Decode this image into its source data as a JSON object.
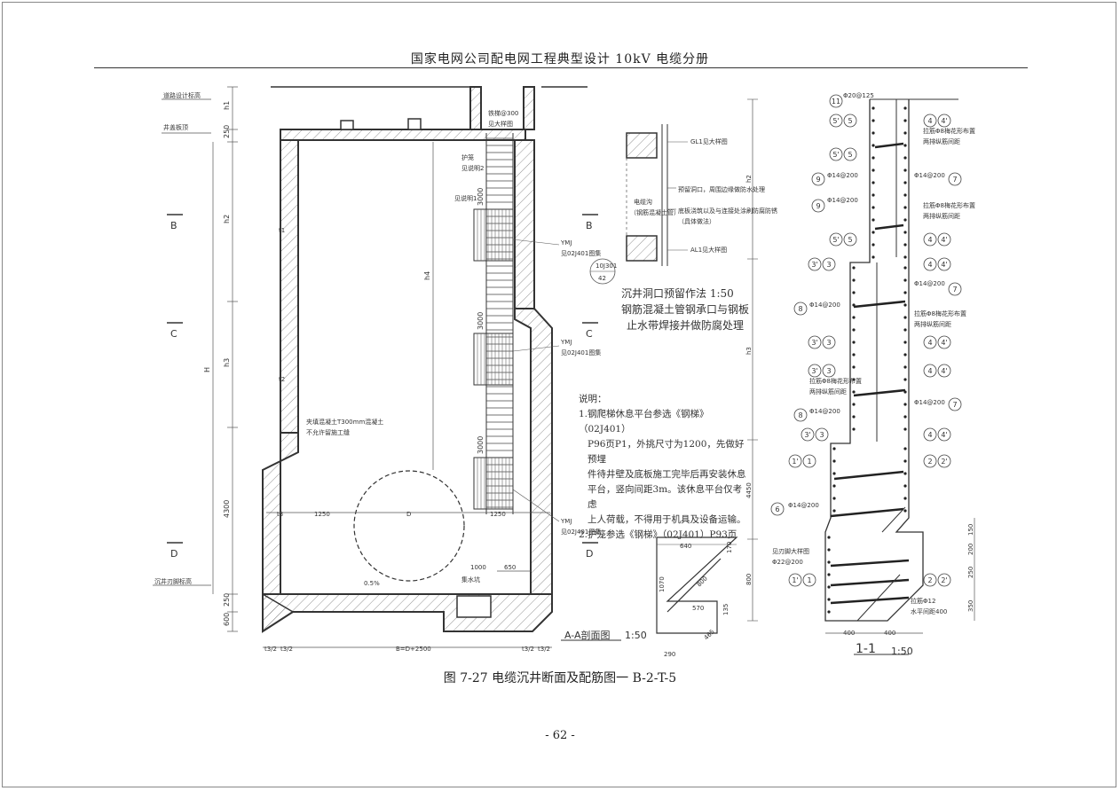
{
  "header": {
    "title": "国家电网公司配电网工程典型设计    10kV 电缆分册"
  },
  "caption": "图 7-27  电缆沉井断面及配筋图一 B-2-T-5",
  "page_number": "- 62 -",
  "section_aa": {
    "title": "A-A剖面图",
    "scale": "1:50",
    "labels": {
      "road_design": "道路设计标高",
      "well_top": "井盖板顶",
      "well_bottom": "沉井刃脚标高",
      "steel_ladder": "铁梯@300",
      "steel_ladder_2": "见大样图",
      "guard": "护笼",
      "guard_2": "见说明2",
      "rest_platform": "见说明1",
      "fill_note_1": "夹填混凝土T300mm混凝土",
      "fill_note_2": "不允许留施工缝",
      "sump": "集水坑",
      "slope": "0.5%",
      "ymj": "YMJ",
      "ymj_ref": "见02J401图集",
      "dim_1250_left": "1250",
      "dim_D": "D",
      "dim_1250_right": "1250",
      "dim_1000": "1000",
      "dim_650": "650",
      "dim_3000": "3000",
      "dim_h1": "h1",
      "dim_h2": "h2",
      "dim_h3": "h3",
      "dim_h4": "h4",
      "dim_H": "H",
      "dim_250": "250",
      "dim_4300": "4300",
      "dim_600": "600",
      "dim_250b": "250",
      "dim_t1": "t1",
      "dim_t2": "t2",
      "dim_t3": "t3",
      "bottom_dim": "B=D+2500",
      "t3_2a": "t3/2",
      "t3_2b": "t3/2",
      "t3_2c": "t3/2",
      "t3_2d": "t3/2",
      "sec_B": "B",
      "sec_C": "C",
      "sec_D": "D"
    }
  },
  "opening_detail": {
    "title": "沉井洞口预留作法  1:50",
    "sub1": "钢筋混凝土管钢承口与钢板",
    "sub2": "止水带焊接并做防腐处理",
    "gl1": "GL1见大样图",
    "al1": "AL1见大样图",
    "pipe": "电缆沟",
    "pipe2": "（钢筋混凝土管）",
    "note_a": "预留洞口，周围边缘做防水处理",
    "note_b": "底板浇筑以及与连接处涂刷防腐防锈",
    "note_c": "（具体做法）",
    "ref": "10J301",
    "ref2": "42"
  },
  "notes": {
    "title": "说明：",
    "lines": [
      "1.钢爬梯休息平台参选《钢梯》（02J401）",
      "P96页P1，外挑尺寸为1200，先做好预埋",
      "件待井壁及底板施工完毕后再安装休息",
      "平台，竖向间距3m。该休息平台仅考虑",
      "上人荷载，不得用于机具及设备运输。",
      "2.护笼参选《钢梯》（02J401）P93页"
    ]
  },
  "blade_detail": {
    "dim_640": "640",
    "dim_170": "170",
    "dim_1070": "1070",
    "dim_800": "800",
    "dim_570": "570",
    "dim_135": "135",
    "dim_465": "465",
    "dim_290": "290"
  },
  "section_11": {
    "title": "1-1",
    "scale": "1:50",
    "bars": {
      "b11": "11",
      "b11_spec": "Φ20@125",
      "b5p": "5'",
      "b5": "5",
      "b9": "9",
      "b9_spec": "Φ14@200",
      "b7": "7",
      "b7_spec": "Φ14@200",
      "b4": "4",
      "b4p": "4'",
      "b3": "3",
      "b3p": "3'",
      "b8": "8",
      "b8_spec": "Φ14@200",
      "b1": "1",
      "b1p": "1'",
      "b2": "2",
      "b2p": "2'",
      "b6": "6",
      "b6_spec": "Φ14@200",
      "b10_spec": "Φ22@200",
      "b_lash": "拉筋Φ12",
      "b_lash2": "水平间距400",
      "tie_note": "拉筋Φ8梅花形布置",
      "tie_note2": "两排纵筋间距",
      "blade_note": "见刃脚大样图",
      "dim_400a": "400",
      "dim_400b": "400",
      "dim_h2": "h2",
      "dim_h3": "h3",
      "dim_4450": "4450",
      "dim_800": "800",
      "dim_150": "150",
      "dim_200": "200",
      "dim_250": "250",
      "dim_350": "350"
    }
  }
}
